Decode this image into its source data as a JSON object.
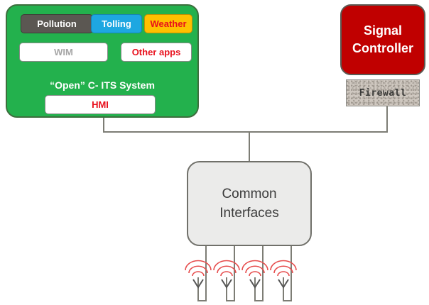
{
  "cits_system": {
    "title": "“Open” C- ITS System",
    "apps": {
      "pollution": "Pollution",
      "tolling": "Tolling",
      "weather": "Weather",
      "wim": "WIM",
      "other_apps": "Other apps"
    },
    "hmi": "HMI"
  },
  "signal_controller": {
    "line1": "Signal",
    "line2": "Controller"
  },
  "firewall": "Firewall",
  "common_interfaces": {
    "line1": "Common",
    "line2": "Interfaces"
  },
  "antenna_count": 4,
  "colors": {
    "cits_green": "#23b14d",
    "controller_red": "#c00000",
    "tolling_blue": "#1ea7e1",
    "weather_orange": "#ffc000",
    "app_label_red": "#e8101c",
    "pollution_gray": "#5b5752",
    "wire": "#7d7d75",
    "signal_arc": "#e64c4c"
  },
  "icons": {
    "antenna": "antenna-icon",
    "signal": "signal-waves-icon"
  }
}
